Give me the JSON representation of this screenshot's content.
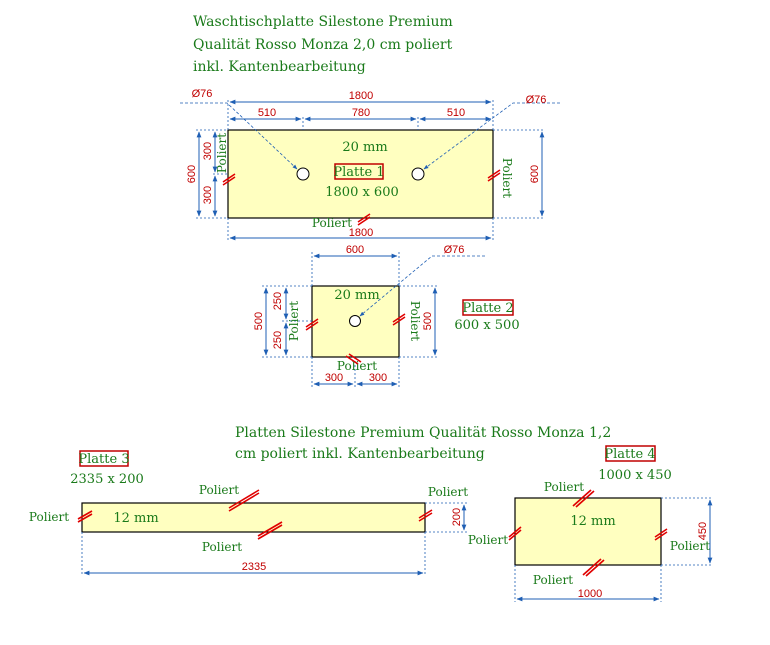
{
  "colors": {
    "plate_fill": "#ffffc0",
    "plate_stroke": "#000000",
    "dimension": "#1f5fb4",
    "dim_text": "#c00000",
    "label_green": "#1a7a1a",
    "mark_red": "#e00000",
    "box_red": "#c00000"
  },
  "texts": {
    "heading1_line1": "Waschtischplatte Silestone Premium",
    "heading1_line2": "Qualität Rosso Monza 2,0 cm poliert",
    "heading1_line3": "inkl. Kantenbearbeitung",
    "heading2_line1": "Platten Silestone Premium Qualität Rosso Monza 1,2",
    "heading2_line2": "cm poliert inkl. Kantenbearbeitung"
  },
  "plate1": {
    "name": "Platte 1",
    "size": "1800 x 600",
    "thickness": "20 mm",
    "dim_top_total": "1800",
    "dim_left": "510",
    "dim_mid": "780",
    "dim_right": "510",
    "dim_bottom": "1800",
    "dim_height_left": "600",
    "dim_300_top": "300",
    "dim_300_bottom": "300",
    "dim_height_right": "600",
    "hole_left": "Ø76",
    "hole_right": "Ø76",
    "edge_left": "Poliert",
    "edge_right": "Poliert",
    "edge_bottom": "Poliert"
  },
  "plate2": {
    "name": "Platte 2",
    "size": "600 x 500",
    "thickness": "20 mm",
    "dim_top": "600",
    "hole": "Ø76",
    "dim_height_left": "500",
    "dim_250_top": "250",
    "dim_250_bottom": "250",
    "dim_height_right": "500",
    "dim_300_left": "300",
    "dim_300_right": "300",
    "edge_left": "Poliert",
    "edge_right": "Poliert",
    "edge_bottom": "Poliert"
  },
  "plate3": {
    "name": "Platte 3",
    "size": "2335 x 200",
    "thickness": "12 mm",
    "dim_bottom": "2335",
    "dim_height": "200",
    "edge_left": "Poliert",
    "edge_top": "Poliert",
    "edge_right": "Poliert",
    "edge_bottom": "Poliert"
  },
  "plate4": {
    "name": "Platte 4",
    "size": "1000 x 450",
    "thickness": "12 mm",
    "dim_bottom": "1000",
    "dim_height": "450",
    "edge_top": "Poliert",
    "edge_left": "Poliert",
    "edge_right": "Poliert",
    "edge_bottom": "Poliert"
  }
}
